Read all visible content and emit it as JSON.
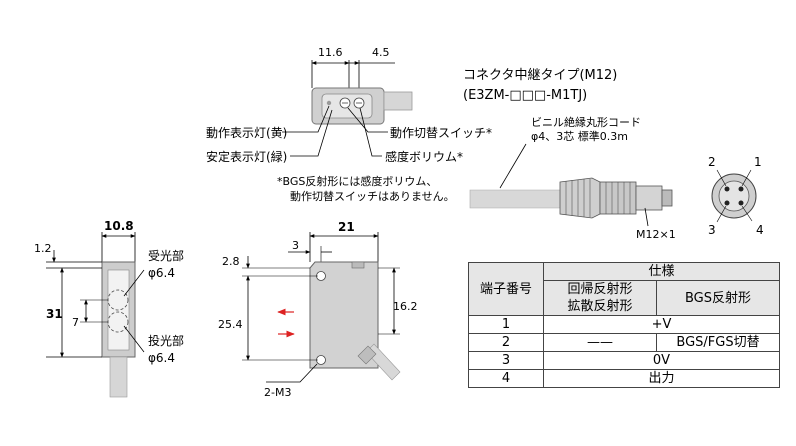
{
  "top_sensor": {
    "dim_width": "11.6",
    "dim_offset": "4.5",
    "label_op_indicator": "動作表示灯(黄)",
    "label_stability_indicator": "安定表示灯(緑)",
    "label_mode_switch": "動作切替スイッチ*",
    "label_sensitivity": "感度ボリウム*",
    "footnote_line1": "*BGS反射形には感度ボリウム、",
    "footnote_line2": "動作切替スイッチはありません。"
  },
  "connector": {
    "title_line1": "コネクタ中継タイプ(M12)",
    "title_line2": "(E3ZM-□□□-M1TJ)",
    "cable_line1": "ビニル絶縁丸形コード",
    "cable_line2": "φ4、3芯  標準0.3m",
    "thread_label": "M12×1",
    "pins": [
      "1",
      "2",
      "3",
      "4"
    ]
  },
  "front_view": {
    "width": "10.8",
    "dim_small": "1.2",
    "height": "31",
    "lens_gap": "7",
    "receiver_label": "受光部",
    "receiver_dia": "φ6.4",
    "emitter_label": "投光部",
    "emitter_dia": "φ6.4"
  },
  "side_view": {
    "width": "21",
    "dim_3": "3",
    "dim_2_8": "2.8",
    "dim_25_4": "25.4",
    "dim_16_2": "16.2",
    "mount_holes": "2-M3"
  },
  "spec_table": {
    "col_terminal": "端子番号",
    "col_spec": "仕様",
    "sub_col1_line1": "回帰反射形",
    "sub_col1_line2": "拡散反射形",
    "sub_col2": "BGS反射形",
    "rows": [
      {
        "terminal": "1",
        "spec": "+V"
      },
      {
        "terminal": "2",
        "spec_a": "——",
        "spec_b": "BGS/FGS切替"
      },
      {
        "terminal": "3",
        "spec": "0V"
      },
      {
        "terminal": "4",
        "spec": "出力"
      }
    ]
  }
}
